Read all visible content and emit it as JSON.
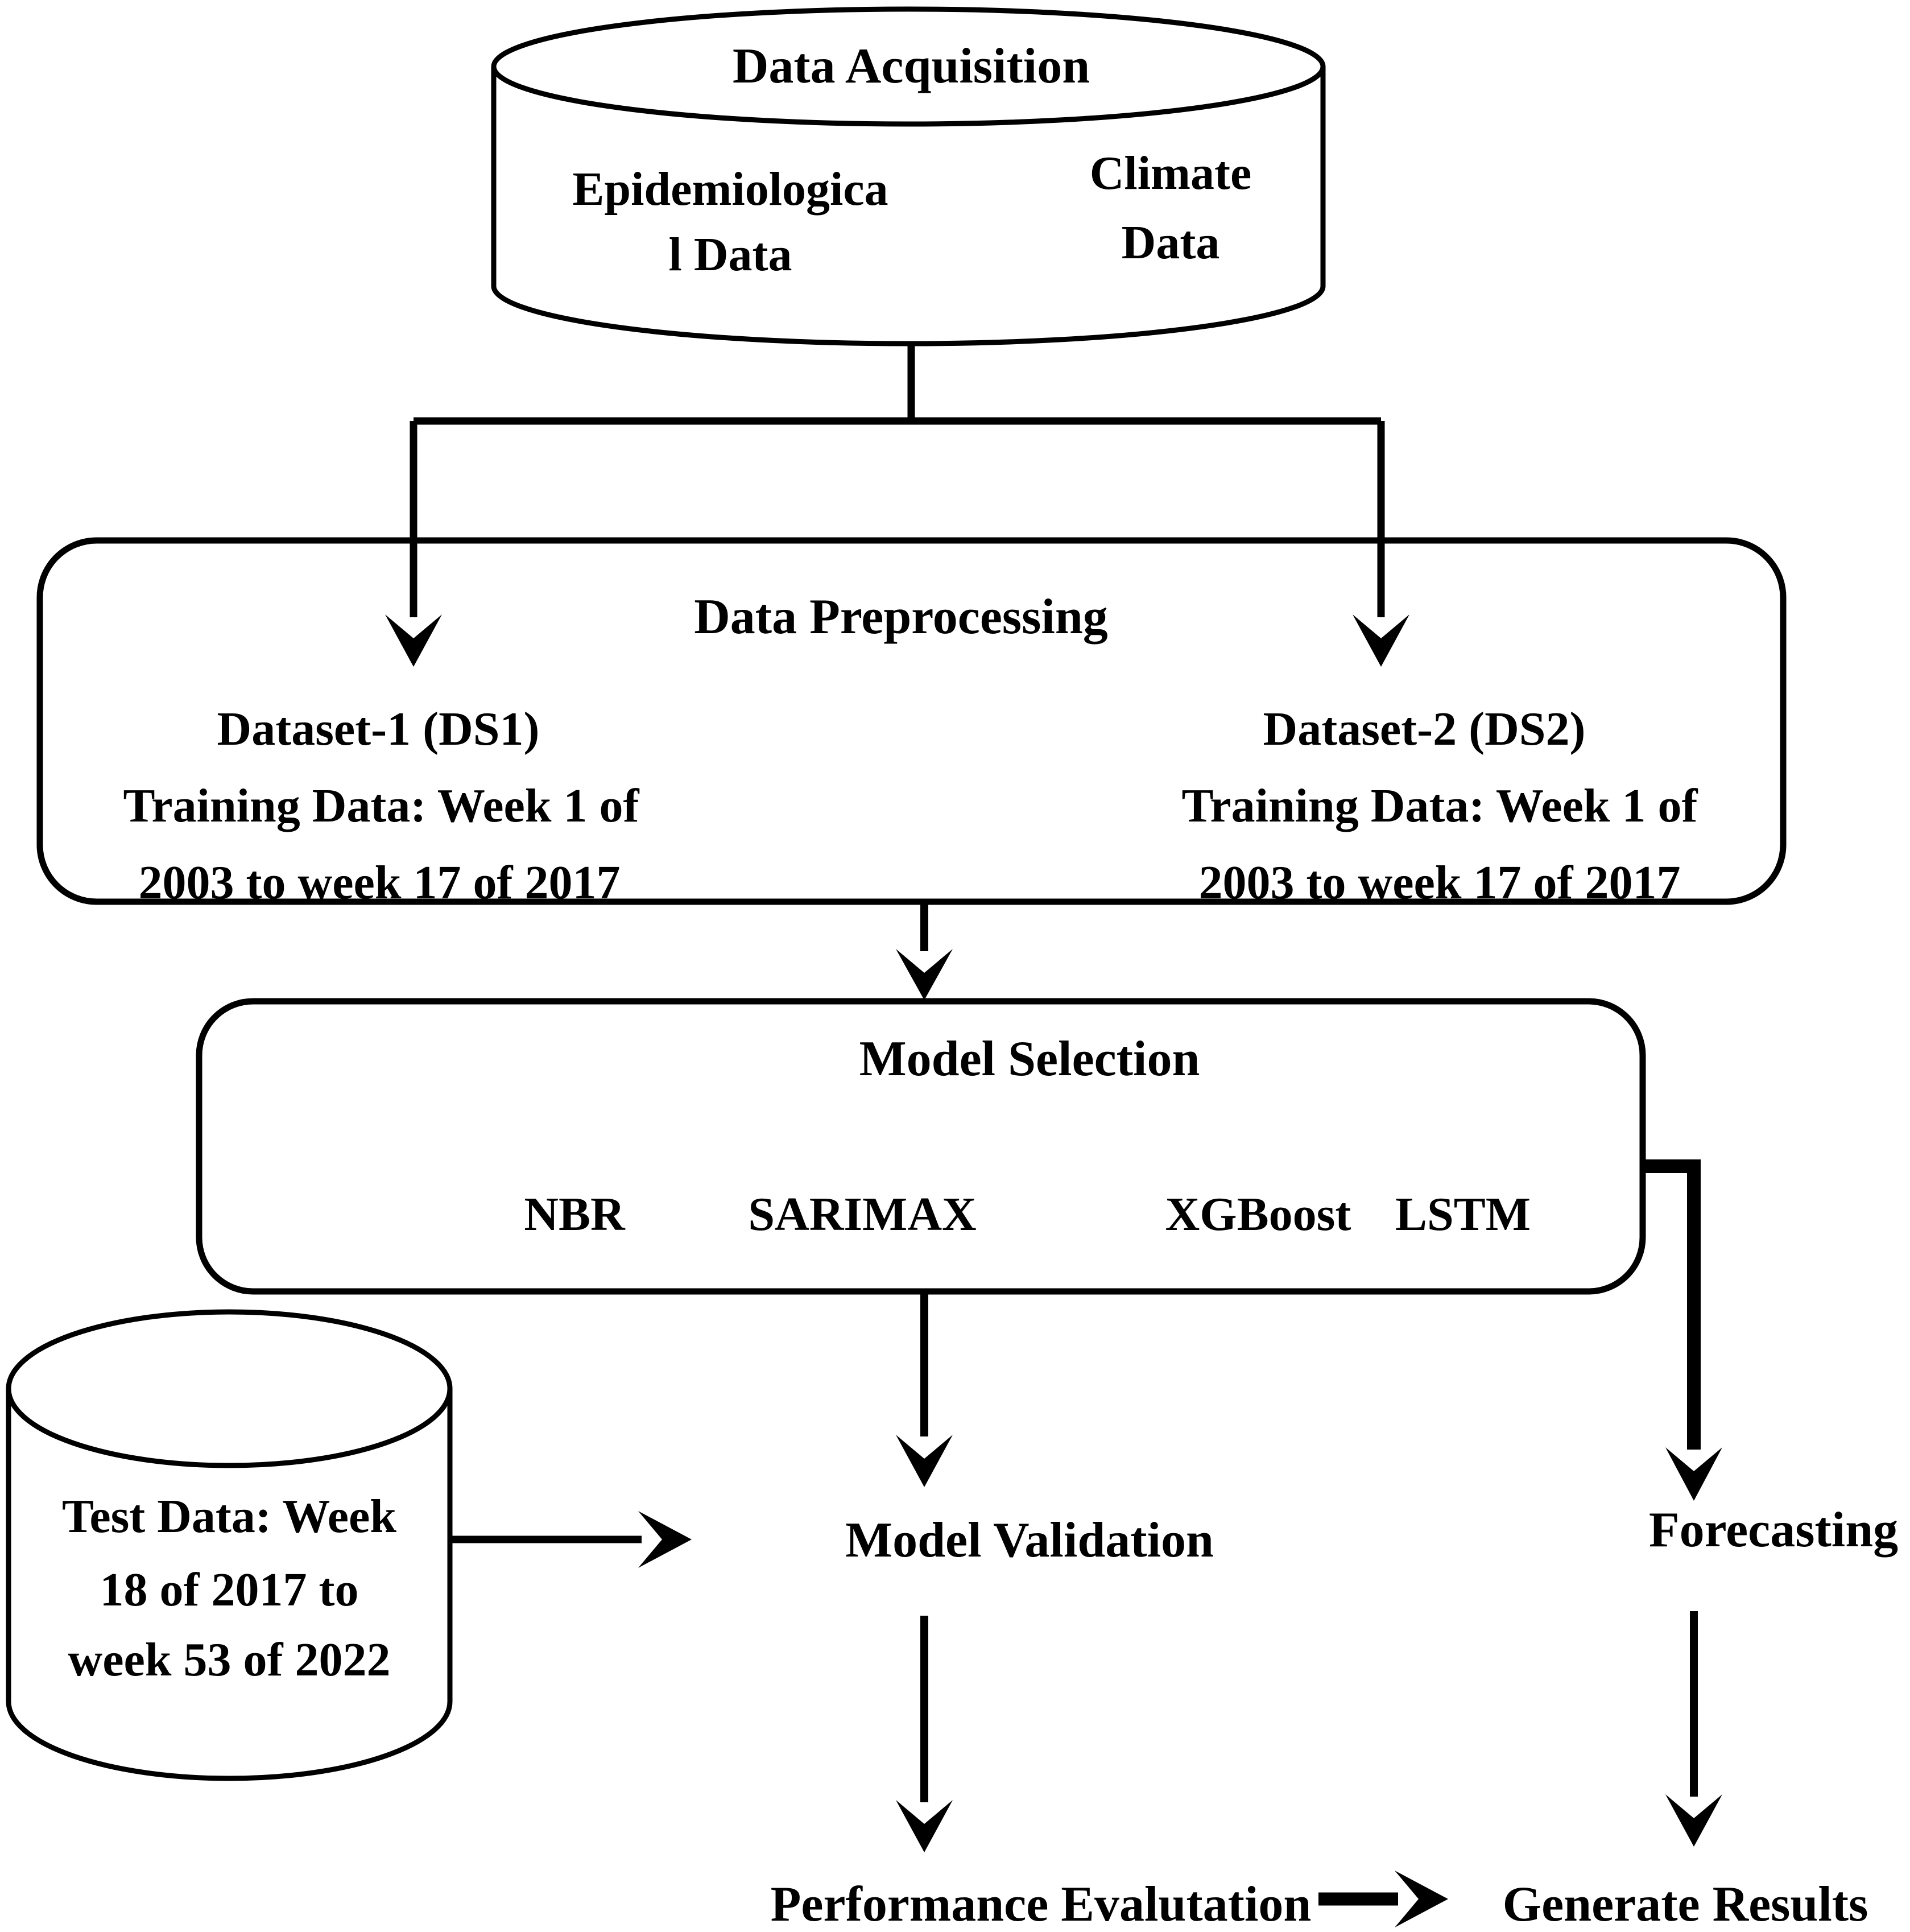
{
  "colors": {
    "ink": "#000000",
    "paper": "#ffffff"
  },
  "nodes": {
    "data_acquisition": {
      "title": "Data Acquisition",
      "epidemiological": {
        "lines": [
          "Epidemiologica",
          "l Data"
        ]
      },
      "climate": {
        "lines": [
          "Climate",
          "Data"
        ]
      }
    },
    "data_preprocessing": {
      "title": "Data Preprocessing",
      "dataset1": {
        "lines": [
          "Dataset-1 (DS1)",
          "Training Data: Week 1 of",
          "2003 to week 17 of 2017"
        ]
      },
      "dataset2": {
        "lines": [
          "Dataset-2 (DS2)",
          "Training Data: Week 1 of",
          "2003 to week 17 of 2017"
        ]
      }
    },
    "model_selection": {
      "title": "Model Selection",
      "models": [
        "NBR",
        "SARIMAX",
        "XGBoost",
        "LSTM"
      ]
    },
    "test_data": {
      "lines": [
        "Test Data: Week",
        "18 of 2017 to",
        "week 53 of 2022"
      ]
    },
    "model_validation": {
      "label": "Model Validation"
    },
    "forecasting": {
      "label": "Forecasting"
    },
    "performance_evaluation": {
      "label": "Performance Evalutation"
    },
    "generate_results": {
      "label": "Generate Results"
    }
  }
}
